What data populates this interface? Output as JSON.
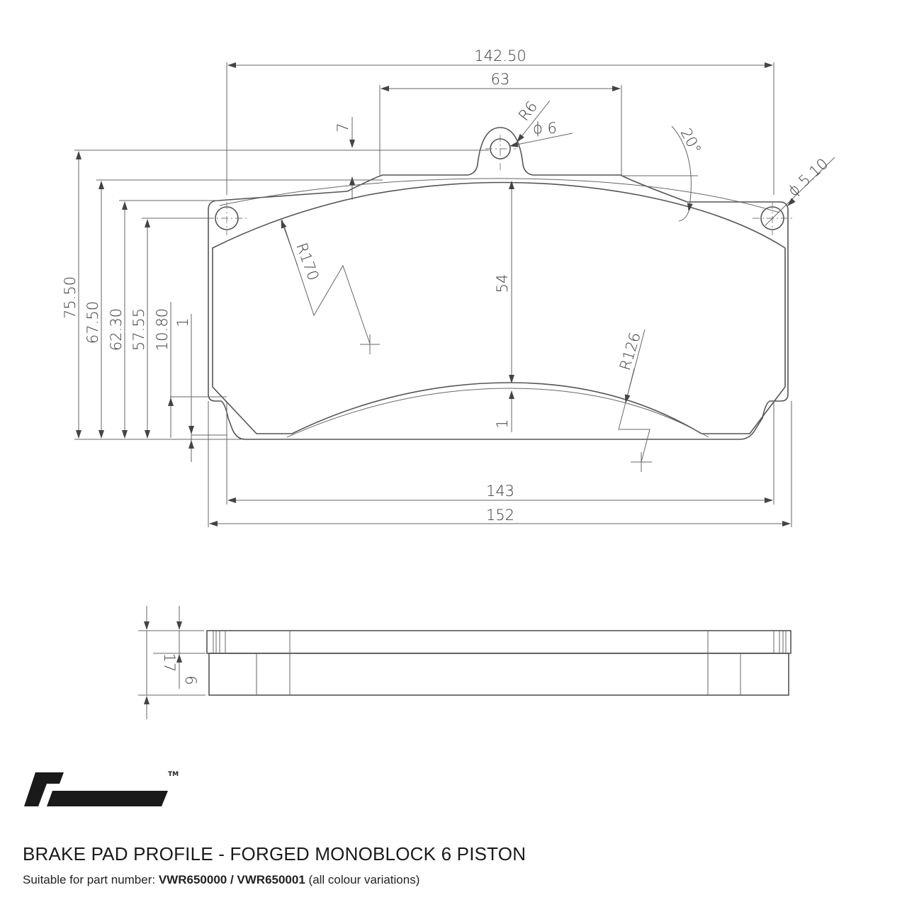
{
  "drawing": {
    "front_view": {
      "dims": {
        "overall_top_width": "142.50",
        "tab_span": "63",
        "tab_radius": "R6",
        "tab_hole_dia": "ϕ 6",
        "tab_offset": "7",
        "chamfer_angle": "20°",
        "corner_hole_dia": "ϕ 5.10",
        "overall_height": "75.50",
        "height_2": "67.50",
        "height_3": "62.30",
        "height_4": "57.55",
        "height_5": "10.80",
        "height_6": "1",
        "friction_height": "54",
        "gap_bottom": "1",
        "top_arc_radius": "R170",
        "bottom_arc_radius": "R126",
        "inner_width": "143",
        "overall_width": "152"
      }
    },
    "side_view": {
      "dims": {
        "total_thickness": "17",
        "backing_plate_thickness": "6"
      }
    }
  },
  "footer": {
    "trademark": "TM",
    "title": "BRAKE PAD PROFILE - FORGED MONOBLOCK 6 PISTON",
    "subtitle_prefix": "Suitable for part number:",
    "part_numbers": "VWR650000 / VWR650001",
    "subtitle_suffix": "(all colour variations)"
  },
  "colors": {
    "line": "#555555",
    "text": "#3a3a3a",
    "logo": "#1a1a1a"
  }
}
